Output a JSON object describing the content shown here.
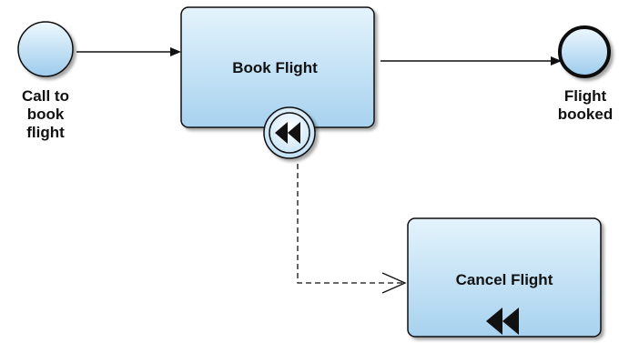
{
  "diagram": {
    "start_event": {
      "label": "Call to\nbook\nflight"
    },
    "book_task": {
      "label": "Book Flight",
      "marker": "compensation-marker"
    },
    "end_event": {
      "label": "Flight\nbooked"
    },
    "cancel_task": {
      "label": "Cancel Flight",
      "marker": "compensation-marker"
    }
  },
  "colors": {
    "task_fill_top": "#dff0fb",
    "task_fill_bottom": "#a9d3ef",
    "stroke": "#111111",
    "event_fill_top": "#eaf6fd",
    "event_fill_bottom": "#9fcdee"
  }
}
